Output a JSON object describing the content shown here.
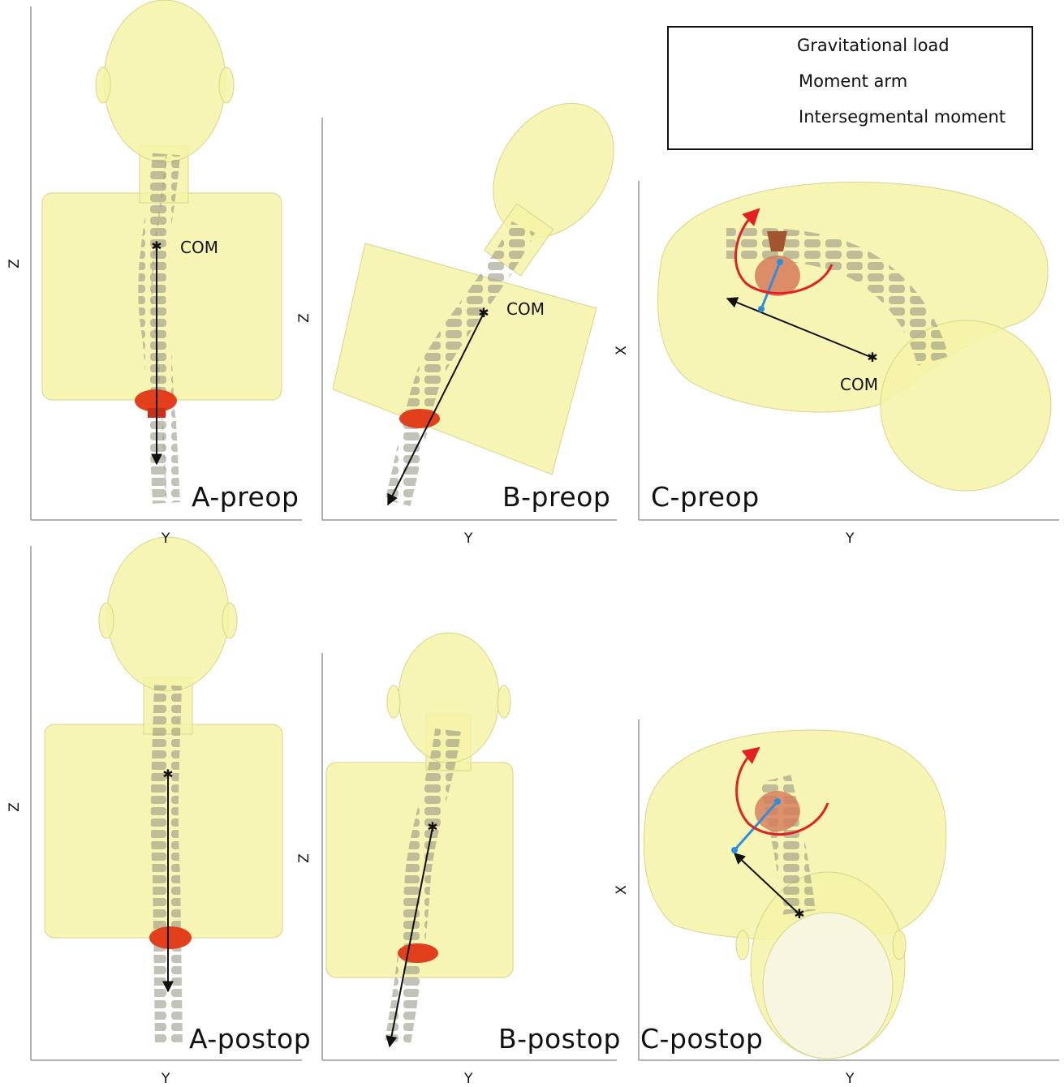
{
  "legend": {
    "gravitational_load": "Gravitational load",
    "moment_arm": "Moment arm",
    "intersegmental_moment": "Intersegmental moment",
    "colors": {
      "gravitational_load": "#111111",
      "moment_arm": "#2a8fe0",
      "intersegmental_moment": "#e52020"
    }
  },
  "panels": {
    "a_preop": {
      "label": "A-preop",
      "xaxis": "Y",
      "yaxis": "Z",
      "com": "COM"
    },
    "b_preop": {
      "label": "B-preop",
      "xaxis": "Y",
      "yaxis": "Z",
      "com": "COM"
    },
    "c_preop": {
      "label": "C-preop",
      "xaxis": "Y",
      "yaxis": "X",
      "com": "COM"
    },
    "a_postop": {
      "label": "A-postop",
      "xaxis": "Y",
      "yaxis": "Z"
    },
    "b_postop": {
      "label": "B-postop",
      "xaxis": "Y",
      "yaxis": "Z"
    },
    "c_postop": {
      "label": "C-postop",
      "xaxis": "Y",
      "yaxis": "X"
    }
  },
  "colors": {
    "body": "#f4f3a6",
    "body_outline": "#c9c86a",
    "spine": "#9a9a8a",
    "vertebra_highlight": "#e2401c"
  }
}
